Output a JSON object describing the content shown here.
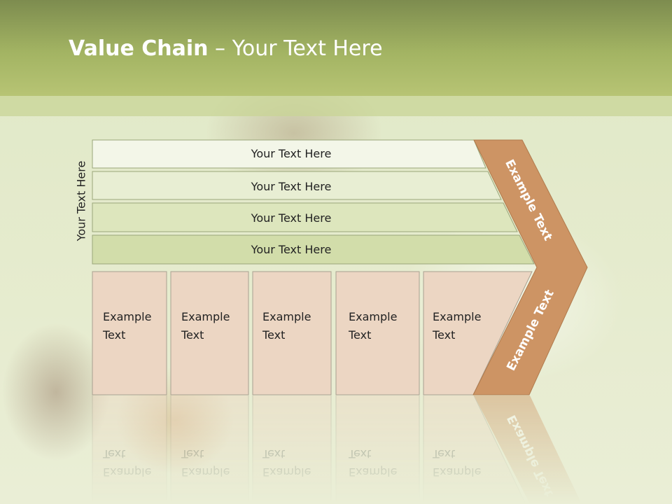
{
  "title": {
    "bold": "Value Chain",
    "rest": " – Your Text Here"
  },
  "side_label": "Your Text Here",
  "rows": [
    {
      "label": "Your Text Here"
    },
    {
      "label": "Your Text Here"
    },
    {
      "label": "Your Text Here"
    },
    {
      "label": "Your Text Here"
    }
  ],
  "boxes": [
    {
      "line1": "Example",
      "line2": "Text"
    },
    {
      "line1": "Example",
      "line2": "Text"
    },
    {
      "line1": "Example",
      "line2": "Text"
    },
    {
      "line1": "Example",
      "line2": "Text"
    },
    {
      "line1": "Example",
      "line2": "Text"
    }
  ],
  "chevron": {
    "upper": "Example Text",
    "lower": "Example Text"
  },
  "colors": {
    "header": "#a3b463",
    "row_fills": [
      "#f3f6e8",
      "#e8eed3",
      "#dde6bd",
      "#d2ddaa"
    ],
    "box_fill": "#ecd6c3",
    "chevron": "#cd9464"
  }
}
